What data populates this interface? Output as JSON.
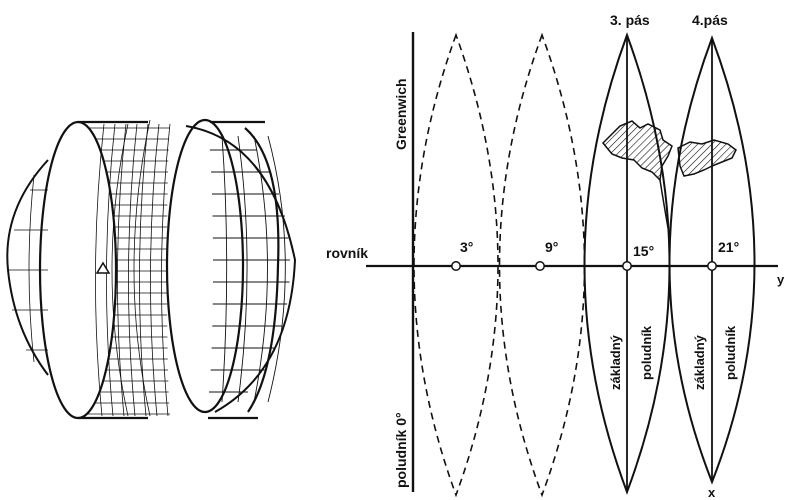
{
  "labels": {
    "belt3": "3. pás",
    "belt4": "4.pás",
    "greenwich": "Greenwich",
    "equator": "rovník",
    "deg3": "3°",
    "deg9": "9°",
    "deg15": "15°",
    "deg21": "21°",
    "prime_meridian": "poludník 0°",
    "central_meridian_1a": "základný",
    "central_meridian_1b": "poludník",
    "central_meridian_2a": "základný",
    "central_meridian_2b": "poludník",
    "axis_x": "x",
    "axis_y": "y"
  },
  "colors": {
    "line": "#111111",
    "background": "#ffffff"
  }
}
